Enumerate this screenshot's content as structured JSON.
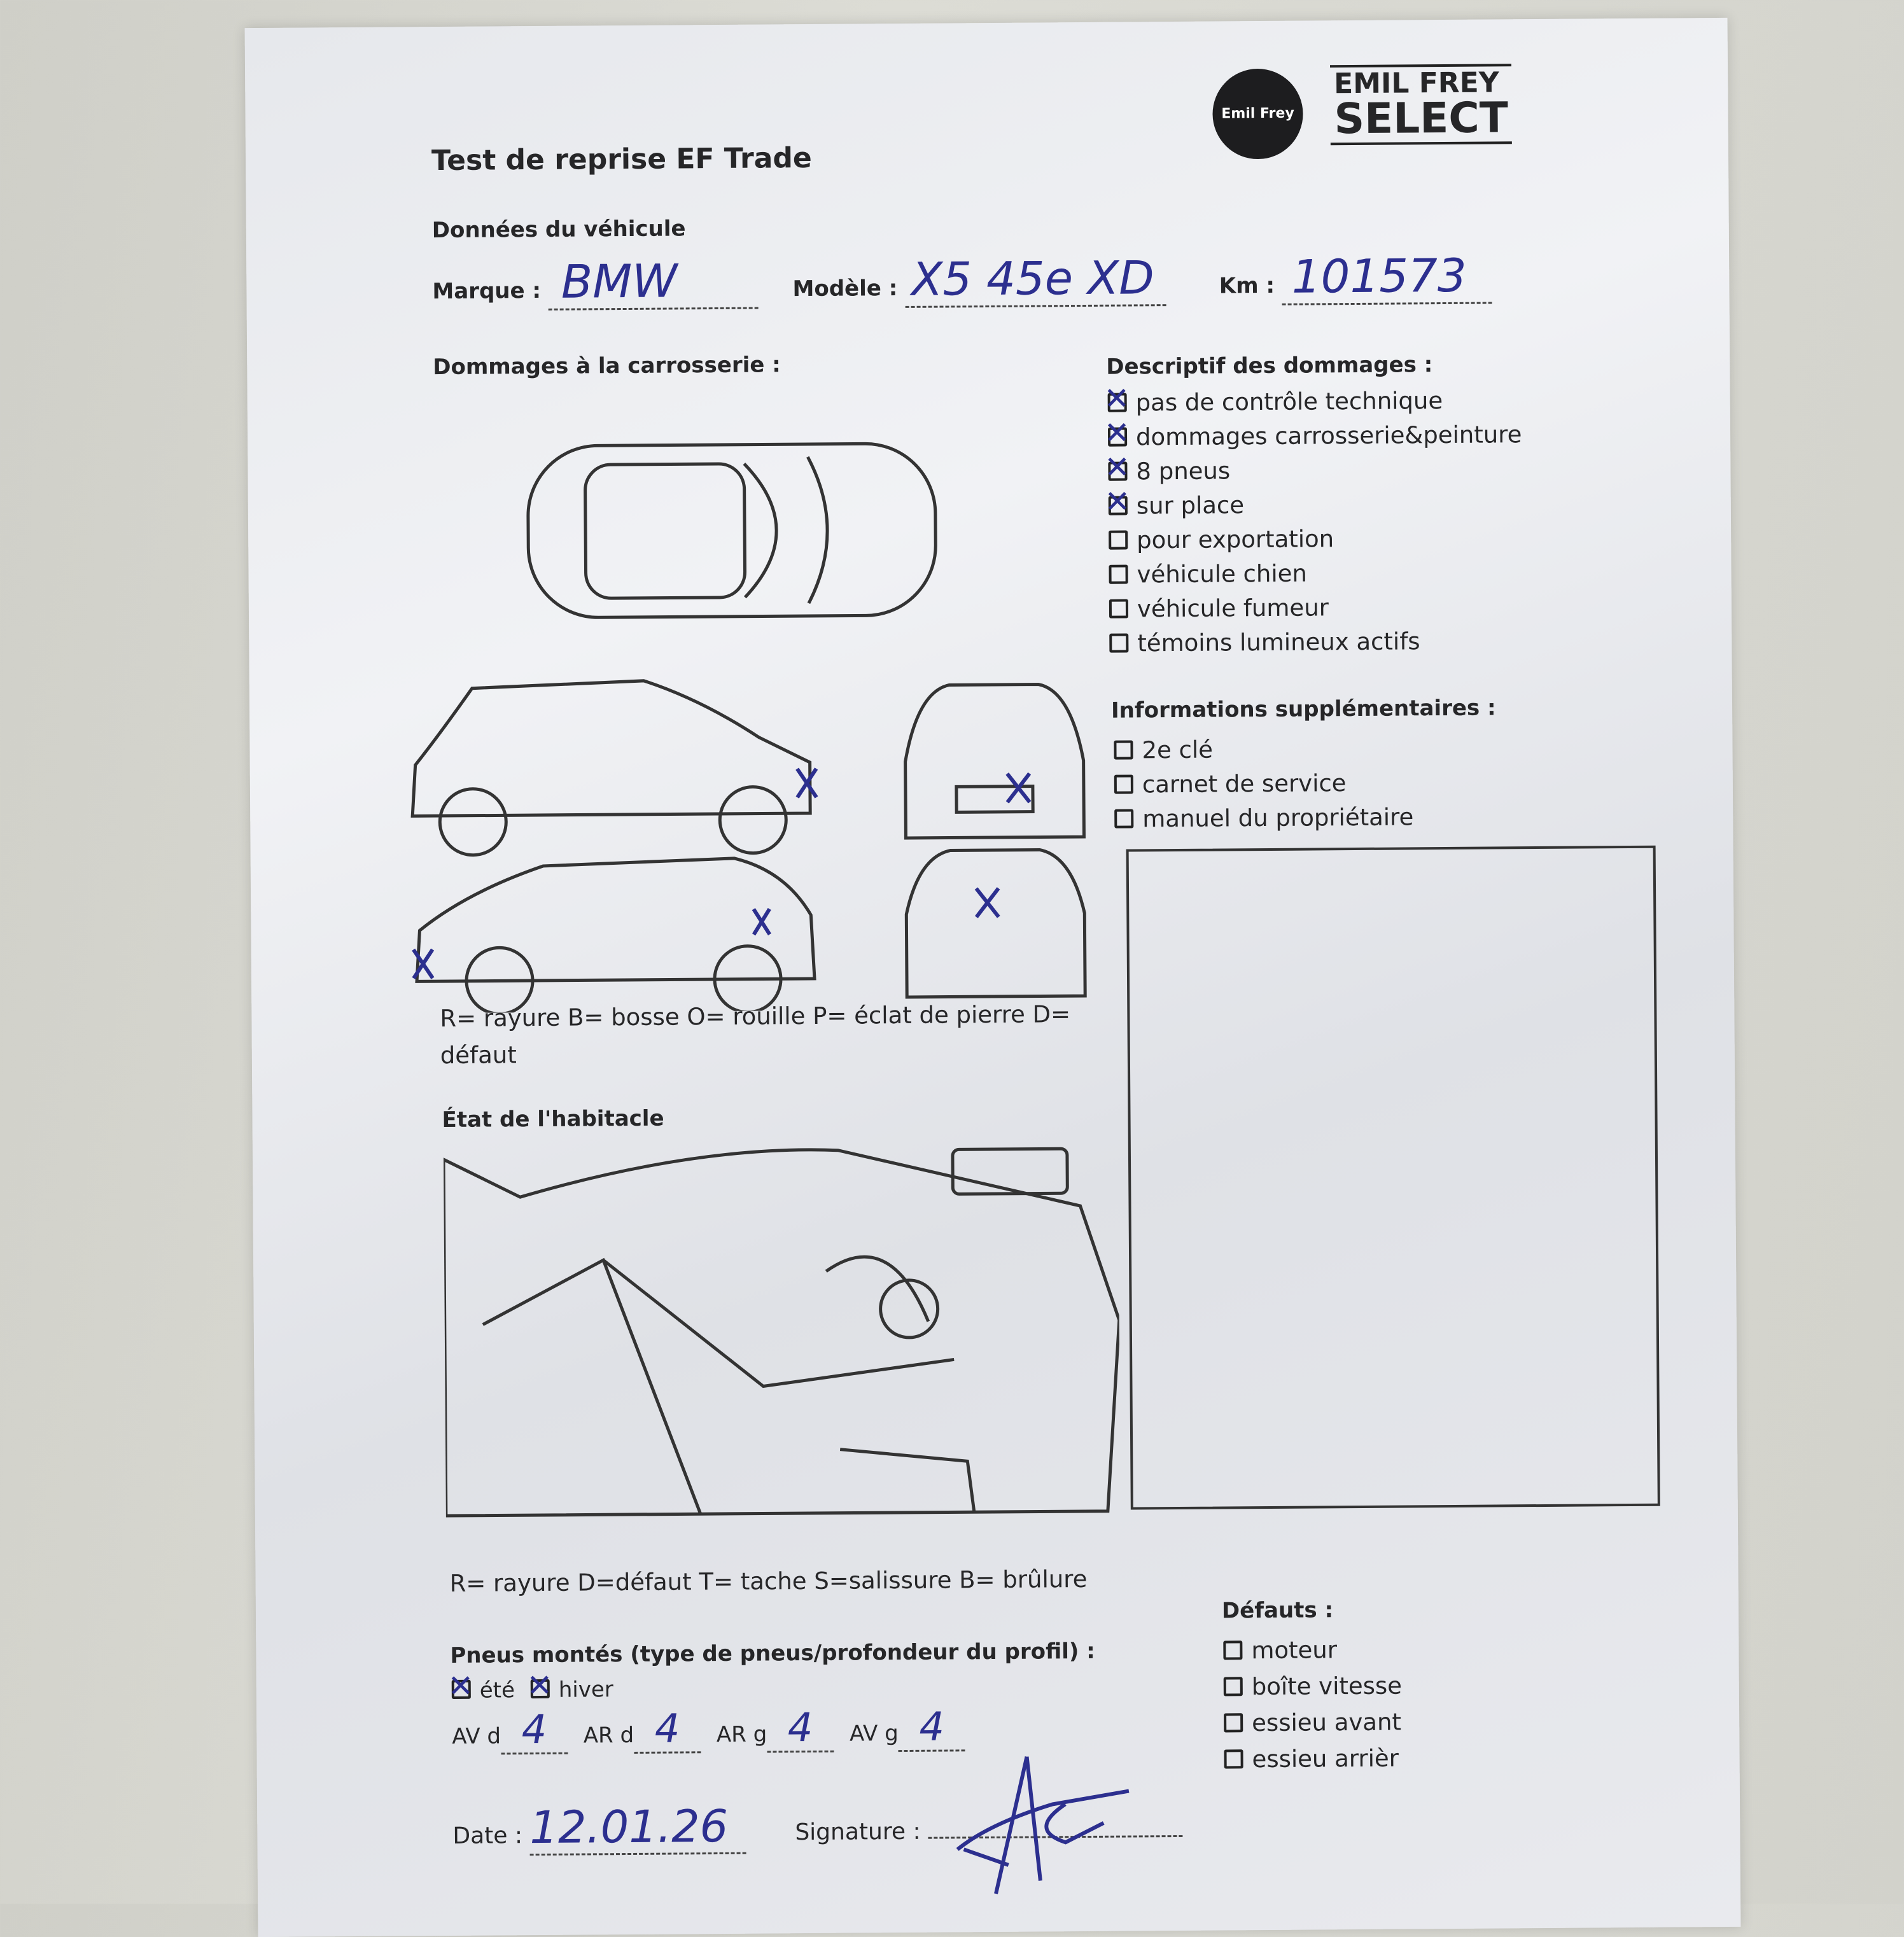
{
  "form": {
    "title": "Test de reprise EF Trade",
    "logo": {
      "badge_text": "Emil Frey",
      "brand_line1": "EMIL FREY",
      "brand_line2": "SELECT"
    },
    "vehicle_section": "Données du véhicule",
    "marque_label": "Marque :",
    "marque_value": "BMW",
    "modele_label": "Modèle :",
    "modele_value": "X5 45e XD",
    "km_label": "Km :",
    "km_value": "101573",
    "body_damage_title": "Dommages à la carrosserie :",
    "body_legend": "R= rayure B= bosse O= rouille P= éclat de pierre D=",
    "body_legend_2": "défaut",
    "interior_title": "État de l'habitacle",
    "interior_legend": "R= rayure D=défaut T= tache S=salissure B= brûlure",
    "damage_desc_title": "Descriptif des dommages :",
    "damage_desc": [
      {
        "label": "pas de contrôle technique",
        "checked": true
      },
      {
        "label": "dommages carrosserie&peinture",
        "checked": true
      },
      {
        "label": "8 pneus",
        "checked": true
      },
      {
        "label": "sur place",
        "checked": true
      },
      {
        "label": "pour exportation",
        "checked": false
      },
      {
        "label": "véhicule chien",
        "checked": false
      },
      {
        "label": "véhicule fumeur",
        "checked": false
      },
      {
        "label": "témoins lumineux actifs",
        "checked": false
      }
    ],
    "extra_title": "Informations supplémentaires :",
    "extra": [
      {
        "label": "2e clé",
        "checked": false
      },
      {
        "label": "carnet de service",
        "checked": false
      },
      {
        "label": "manuel du propriétaire",
        "checked": false
      }
    ],
    "defects_title": "Défauts :",
    "defects": [
      {
        "label": "moteur",
        "checked": false
      },
      {
        "label": "boîte vitesse",
        "checked": false
      },
      {
        "label": "essieu avant",
        "checked": false
      },
      {
        "label": "essieu arrièr",
        "checked": false
      }
    ],
    "tires_title": "Pneus montés (type de pneus/profondeur du profil) :",
    "tire_types": [
      {
        "label": "été",
        "checked": true
      },
      {
        "label": "hiver",
        "checked": true
      }
    ],
    "tire_depths": [
      {
        "label": "AV d",
        "value": "4"
      },
      {
        "label": "AR d",
        "value": "4"
      },
      {
        "label": "AR g",
        "value": "4"
      },
      {
        "label": "AV g",
        "value": "4"
      }
    ],
    "date_label": "Date :",
    "date_value": "12.01.26",
    "signature_label": "Signature :",
    "ink_color": "#2c2f8f"
  }
}
